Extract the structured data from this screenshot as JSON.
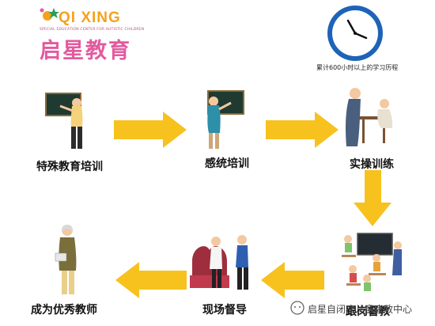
{
  "logo": {
    "brand_en": "QI XING",
    "brand_sub": "SPECIAL EDUCATION CENTER FOR AUTISTIC CHILDREN",
    "brand_cn": "启星教育"
  },
  "clock_note": "累计600小时以上的学习历程",
  "stages": [
    {
      "label": "特殊教育培训"
    },
    {
      "label": "感统培训"
    },
    {
      "label": "实操训练"
    },
    {
      "label": "跟岗督教"
    },
    {
      "label": "现场督导"
    },
    {
      "label": "成为优秀教师"
    }
  ],
  "watermark": "启星自闭症儿童康教中心",
  "colors": {
    "arrow": "#f7c21e",
    "accent": "#f4a21c",
    "brand_pink": "#e35a9e",
    "clock_blue": "#1d63b8"
  }
}
